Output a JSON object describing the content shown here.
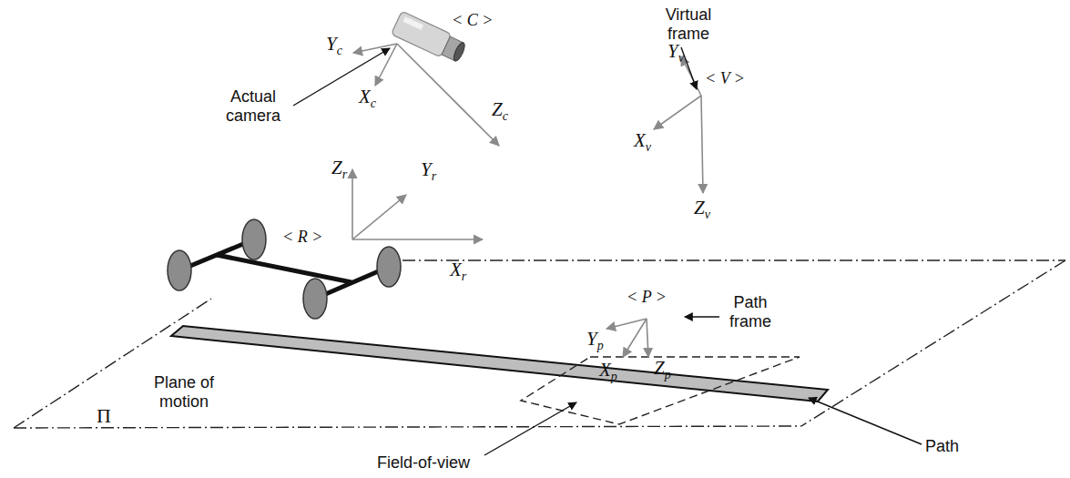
{
  "diagram": {
    "labels": [
      "Virtual frame",
      "Yv",
      "< V >",
      "Xv",
      "Zv",
      "Yc",
      "< C >",
      "Actual camera",
      "Xc",
      "Zc",
      "Zr",
      "Yr",
      "< R >",
      "Xr",
      "< P >",
      "Path frame",
      "Yp",
      "Xp",
      "Zp",
      "Π",
      "Plane of motion",
      "Field-of-view",
      "Path"
    ]
  }
}
